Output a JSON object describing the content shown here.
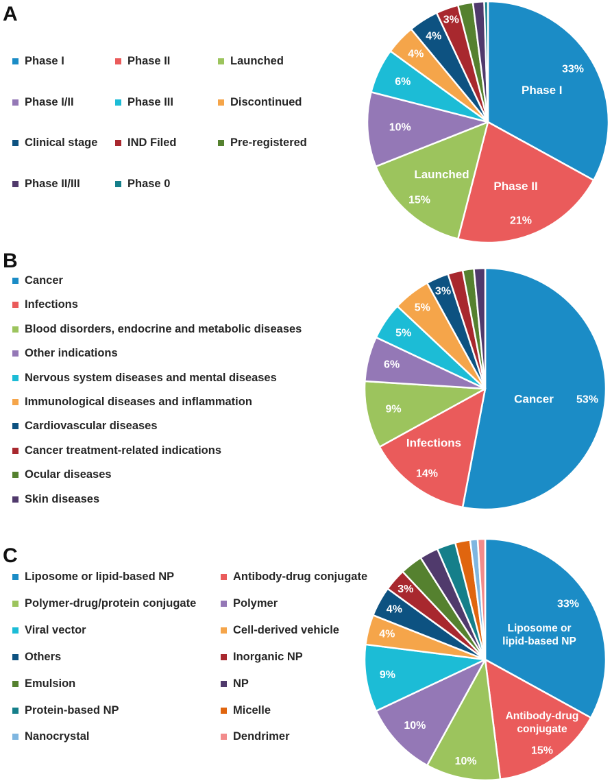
{
  "panels": {
    "a": {
      "letter": "A"
    },
    "b": {
      "letter": "B"
    },
    "c": {
      "letter": "C"
    }
  },
  "chart_data": [
    {
      "type": "pie",
      "panel": "A",
      "legend_position": "left",
      "slices": [
        {
          "label": "Phase I",
          "value": 33,
          "color": "#1b8cc6",
          "inner_text": [
            "Phase I"
          ],
          "value_text": "33%"
        },
        {
          "label": "Phase II",
          "value": 21,
          "color": "#ea5b5b",
          "inner_text": [
            "Phase II"
          ],
          "value_text": "21%"
        },
        {
          "label": "Launched",
          "value": 15,
          "color": "#9cc45d",
          "inner_text": [
            "Launched"
          ],
          "value_text": "15%"
        },
        {
          "label": "Phase I/II",
          "value": 10,
          "color": "#9478b6",
          "inner_text": [],
          "value_text": "10%"
        },
        {
          "label": "Phase III",
          "value": 6,
          "color": "#1cbcd6",
          "inner_text": [],
          "value_text": "6%"
        },
        {
          "label": "Discontinued",
          "value": 4,
          "color": "#f5a54a",
          "inner_text": [],
          "value_text": "4%"
        },
        {
          "label": "Clinical stage",
          "value": 4,
          "color": "#0d5281",
          "inner_text": [],
          "value_text": "4%"
        },
        {
          "label": "IND Filed",
          "value": 3,
          "color": "#a8282e",
          "inner_text": [],
          "value_text": "3%"
        },
        {
          "label": "Pre-registered",
          "value": 2,
          "color": "#55812f",
          "inner_text": [],
          "value_text": ""
        },
        {
          "label": "Phase II/III",
          "value": 1.5,
          "color": "#503a6c",
          "inner_text": [],
          "value_text": ""
        },
        {
          "label": "Phase 0",
          "value": 0.5,
          "color": "#157f8a",
          "inner_text": [],
          "value_text": ""
        }
      ]
    },
    {
      "type": "pie",
      "panel": "B",
      "legend_position": "left",
      "slices": [
        {
          "label": "Cancer",
          "value": 53,
          "color": "#1b8cc6",
          "inner_text": [
            "Cancer"
          ],
          "value_text": "53%"
        },
        {
          "label": "Infections",
          "value": 14,
          "color": "#ea5b5b",
          "inner_text": [
            "Infections"
          ],
          "value_text": "14%"
        },
        {
          "label": "Blood disorders, endocrine and metabolic diseases",
          "value": 9,
          "color": "#9cc45d",
          "inner_text": [],
          "value_text": "9%"
        },
        {
          "label": "Other indications",
          "value": 6,
          "color": "#9478b6",
          "inner_text": [],
          "value_text": "6%"
        },
        {
          "label": "Nervous system diseases and mental diseases",
          "value": 5,
          "color": "#1cbcd6",
          "inner_text": [],
          "value_text": "5%"
        },
        {
          "label": "Immunological diseases and inflammation",
          "value": 5,
          "color": "#f5a54a",
          "inner_text": [],
          "value_text": "5%"
        },
        {
          "label": "Cardiovascular diseases",
          "value": 3,
          "color": "#0d5281",
          "inner_text": [],
          "value_text": "3%"
        },
        {
          "label": "Cancer treatment-related indications",
          "value": 2,
          "color": "#a8282e",
          "inner_text": [],
          "value_text": ""
        },
        {
          "label": "Ocular diseases",
          "value": 1.5,
          "color": "#55812f",
          "inner_text": [],
          "value_text": ""
        },
        {
          "label": "Skin diseases",
          "value": 1.5,
          "color": "#503a6c",
          "inner_text": [],
          "value_text": ""
        }
      ]
    },
    {
      "type": "pie",
      "panel": "C",
      "legend_position": "left",
      "slices": [
        {
          "label": "Liposome or lipid-based NP",
          "value": 33,
          "color": "#1b8cc6",
          "inner_text": [
            "Liposome or",
            "lipid-based NP"
          ],
          "value_text": "33%"
        },
        {
          "label": "Antibody-drug conjugate",
          "value": 15,
          "color": "#ea5b5b",
          "inner_text": [
            "Antibody-drug",
            "conjugate"
          ],
          "value_text": "15%"
        },
        {
          "label": "Polymer-drug/protein conjugate",
          "value": 10,
          "color": "#9cc45d",
          "inner_text": [],
          "value_text": "10%"
        },
        {
          "label": "Polymer",
          "value": 10,
          "color": "#9478b6",
          "inner_text": [],
          "value_text": "10%"
        },
        {
          "label": "Viral vector",
          "value": 9,
          "color": "#1cbcd6",
          "inner_text": [],
          "value_text": "9%"
        },
        {
          "label": "Cell-derived vehicle",
          "value": 4,
          "color": "#f5a54a",
          "inner_text": [],
          "value_text": "4%"
        },
        {
          "label": "Others",
          "value": 4,
          "color": "#0d5281",
          "inner_text": [],
          "value_text": "4%"
        },
        {
          "label": "Inorganic NP",
          "value": 3,
          "color": "#a8282e",
          "inner_text": [],
          "value_text": "3%"
        },
        {
          "label": "Emulsion",
          "value": 3,
          "color": "#55812f",
          "inner_text": [],
          "value_text": ""
        },
        {
          "label": "NP",
          "value": 2.5,
          "color": "#503a6c",
          "inner_text": [],
          "value_text": ""
        },
        {
          "label": "Protein-based NP",
          "value": 2.5,
          "color": "#157f8a",
          "inner_text": [],
          "value_text": ""
        },
        {
          "label": "Micelle",
          "value": 2,
          "color": "#e0650f",
          "inner_text": [],
          "value_text": ""
        },
        {
          "label": "Nanocrystal",
          "value": 1,
          "color": "#7fb6e0",
          "inner_text": [],
          "value_text": ""
        },
        {
          "label": "Dendrimer",
          "value": 1,
          "color": "#f28b8b",
          "inner_text": [],
          "value_text": ""
        }
      ]
    }
  ]
}
